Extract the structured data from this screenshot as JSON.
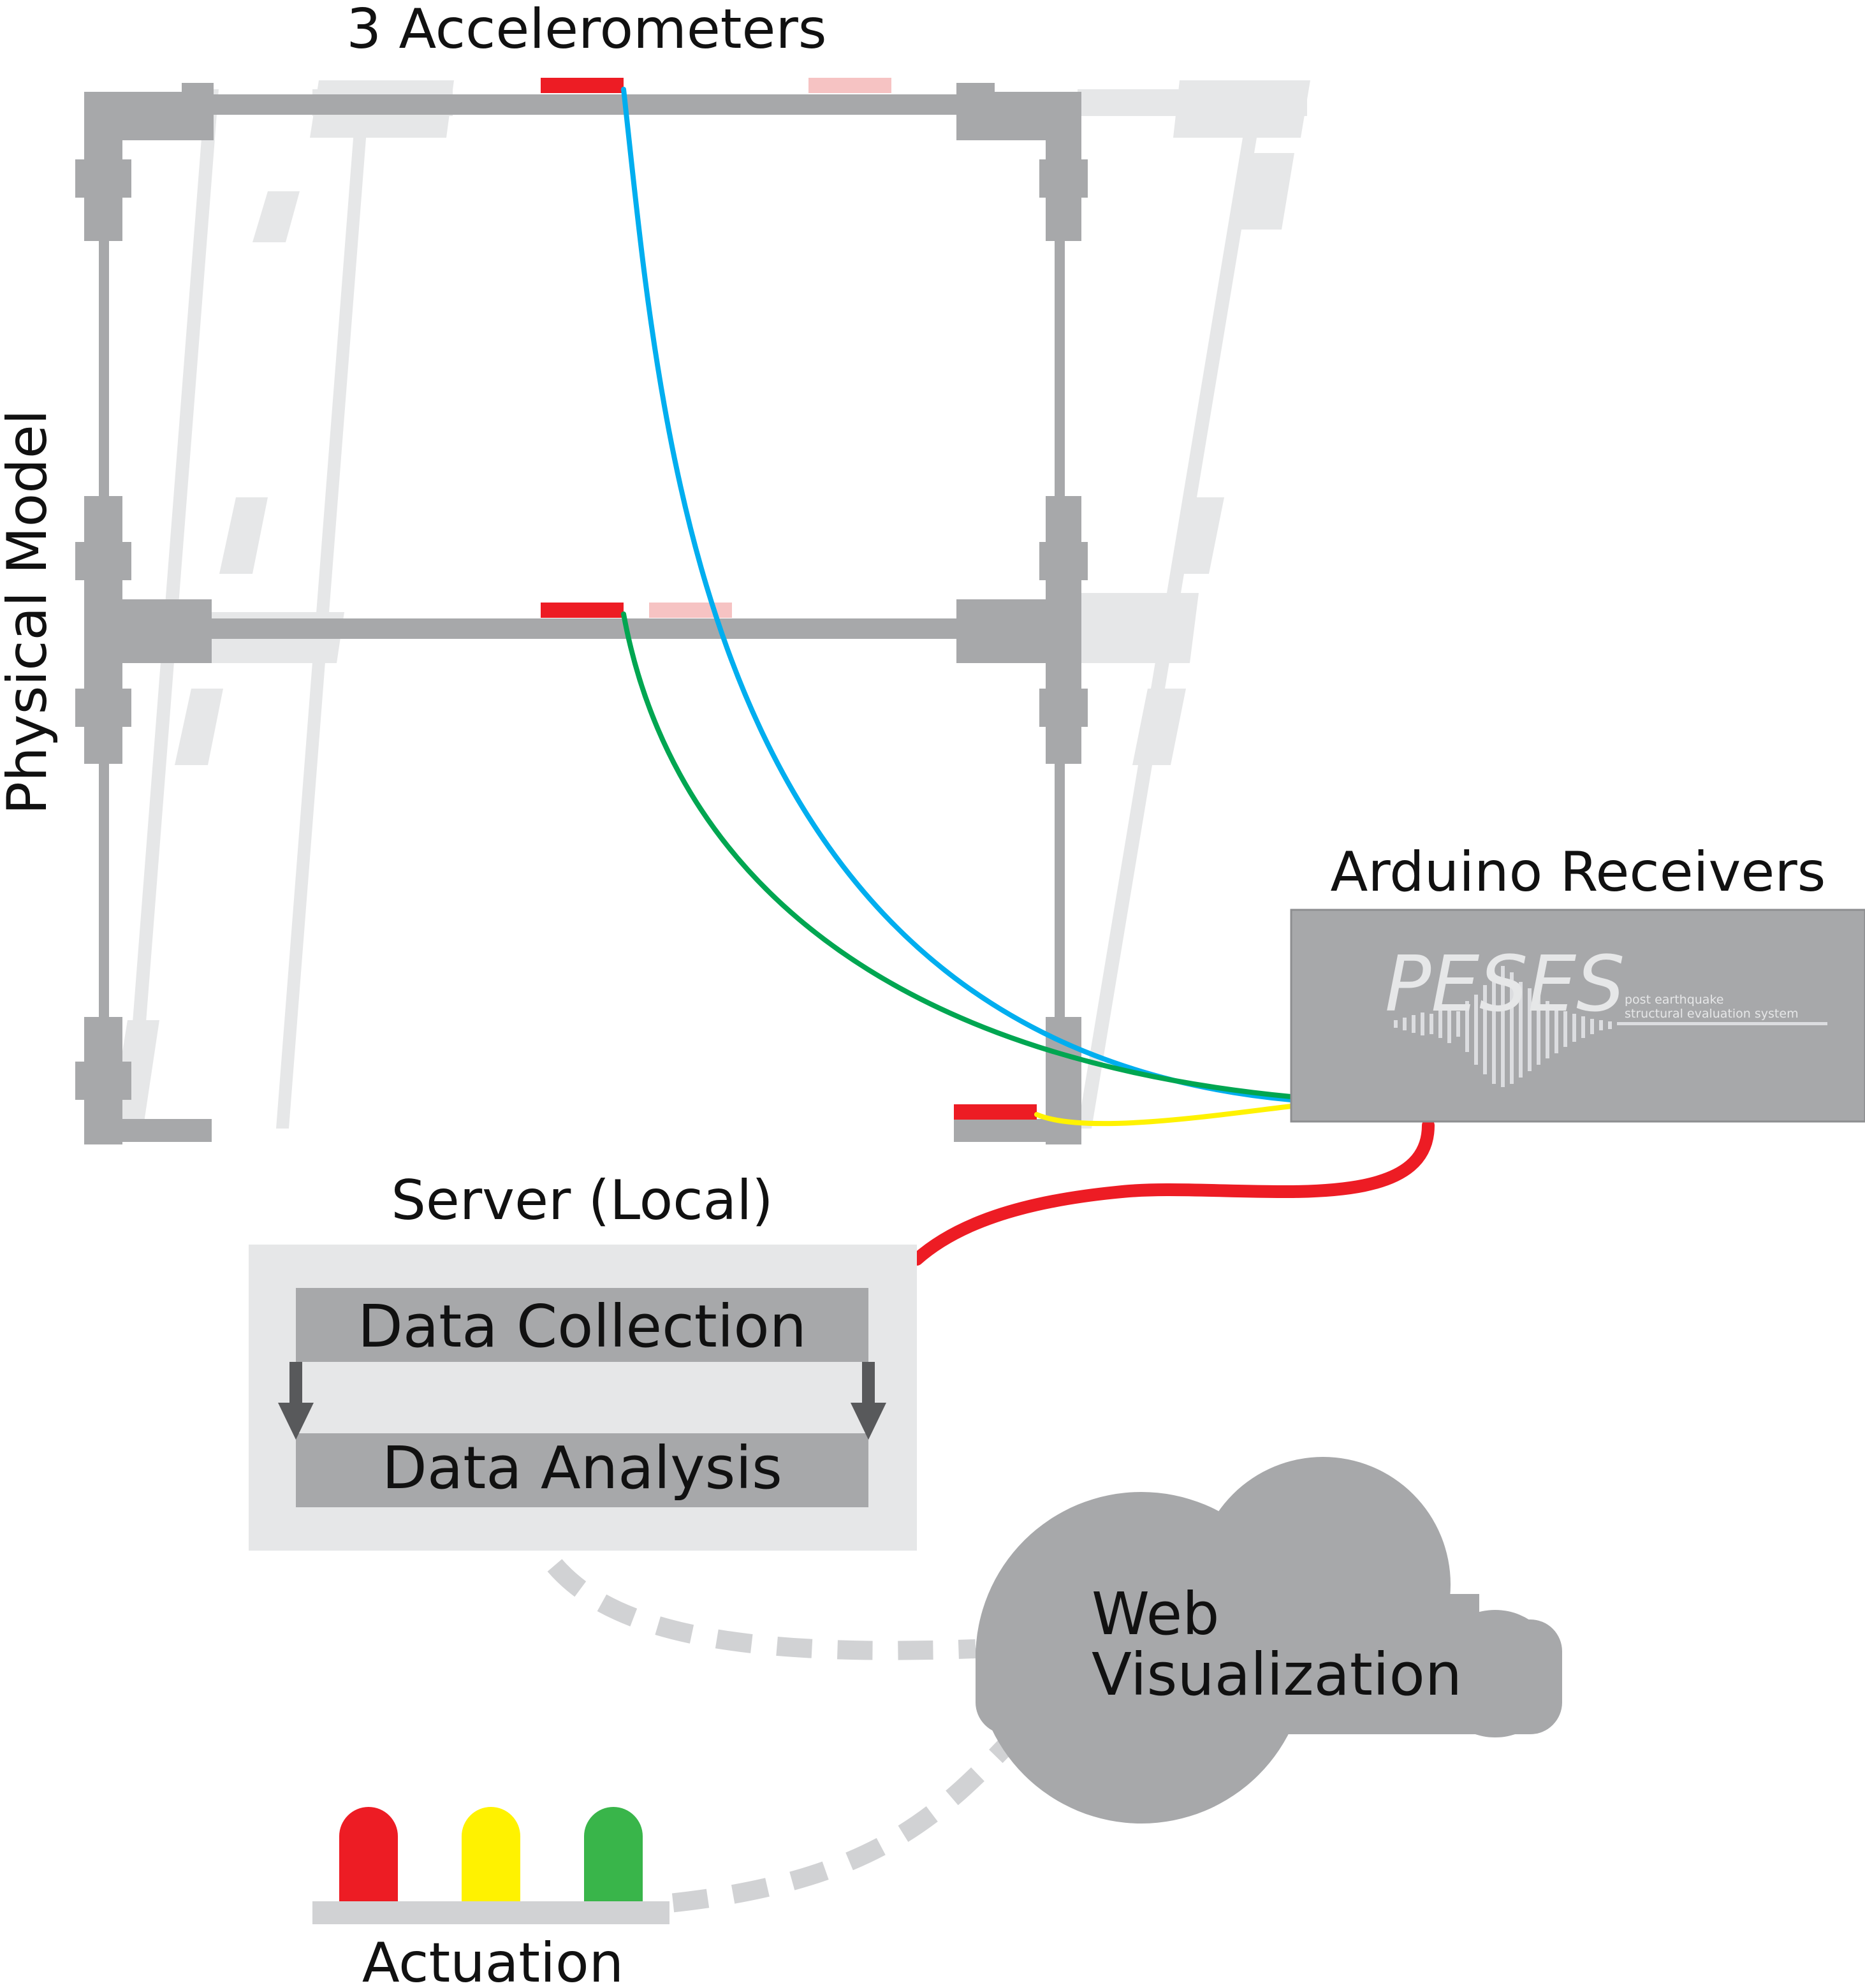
{
  "labels": {
    "accelerometers": "3 Accelerometers",
    "physical_model": "Physical Model",
    "arduino": "Arduino Receivers",
    "server": "Server (Local)",
    "data_collection": "Data Collection",
    "data_analysis": "Data Analysis",
    "web_line1": "Web",
    "web_line2": "Visualization",
    "actuation": "Actuation"
  },
  "logo": {
    "name": "PESES",
    "tagline_line1": "post earthquake",
    "tagline_line2": "structural evaluation system"
  },
  "colors": {
    "frame": "#a7a8aa",
    "frame_ghost": "#e6e7e8",
    "sensor": "#ed1c24",
    "sensor_ghost": "#f6c3c3",
    "wire_blue": "#00aeef",
    "wire_green": "#00a651",
    "wire_yellow": "#fff200",
    "wire_red": "#ed1c24",
    "box": "#a7a8aa",
    "server_bg": "#e6e7e8",
    "dashed": "#d1d2d4",
    "arrow": "#58595b",
    "led_red": "#ed1c24",
    "led_yellow": "#fff200",
    "led_green": "#39b54a",
    "led_base": "#d1d2d4"
  },
  "icons": {
    "cloud": "cloud-icon",
    "leds": "traffic-light-icon",
    "arrows": "arrow-down-icon"
  }
}
